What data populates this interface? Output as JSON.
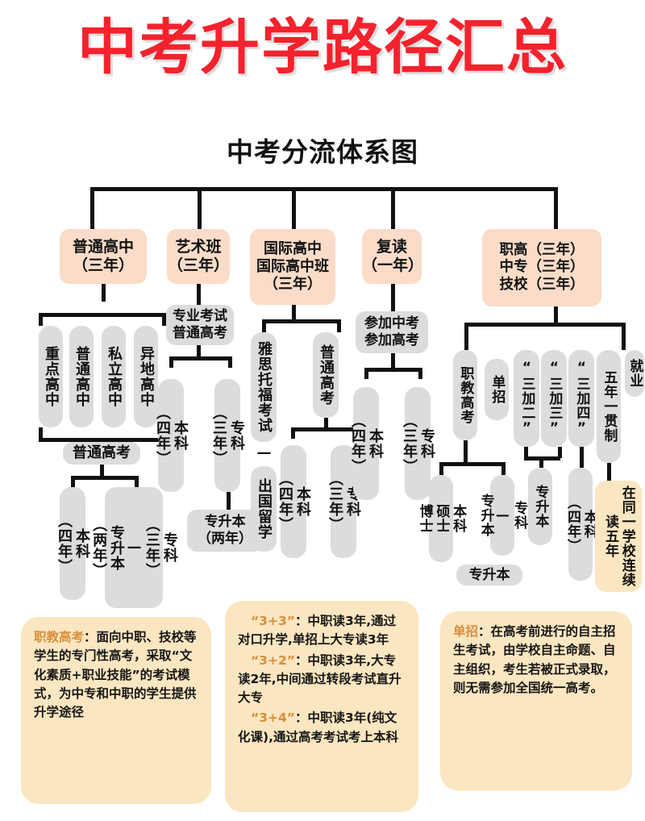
{
  "title": "中考升学路径汇总",
  "subtitle": "中考分流体系图",
  "colors": {
    "title_red": "#f5222d",
    "peach": "#fadcc8",
    "gray": "#dcdcdc",
    "cream": "#fae6c0",
    "keyword": "#d98d3c",
    "line": "#111111"
  },
  "tracks": {
    "regular_hs": {
      "root": "普通高中\n（三年）",
      "schools": [
        "重点高中",
        "普通高中",
        "私立高中",
        "异地高中"
      ],
      "exam": "普通高考",
      "outcomes": [
        "本科\n（四年）",
        "专科\n（三年）\n—\n专升本\n（两年）"
      ]
    },
    "art_class": {
      "root": "艺术班\n（三年）",
      "exam": "专业考试\n普通高考",
      "outcomes": [
        "本科\n（四年）",
        "专科\n（三年）"
      ],
      "upgrade": "专升本\n（两年）"
    },
    "international_hs": {
      "root": "国际高中\n国际高中班\n（三年）",
      "exam_abroad": "雅思托福考试",
      "abroad_dash": "—",
      "abroad_result": "出国留学",
      "exam_domestic": "普通高考",
      "outcomes": [
        "本科\n（四年）",
        "专科\n（三年）"
      ]
    },
    "repeat_year": {
      "root": "复读\n（一年）",
      "exam": "参加中考\n参加高考",
      "outcomes": [
        "本科\n（四年）",
        "专科\n（三年）"
      ]
    },
    "vocational": {
      "root": "职高（三年）\n中专（三年）\n技校（三年）",
      "paths": [
        "职教高考",
        "单招",
        "“三加二”",
        "“三加三”",
        "“三加四”",
        "五年一贯制",
        "就业"
      ],
      "zhijiao_outcomes": [
        "本科\n硕士\n博士",
        "专科\n—\n专升本"
      ],
      "zhuanshengben": "专升本",
      "zhuanshengben_lower": "专升本",
      "sanjiasi_outcome": "本科\n（四年）",
      "five_year_outcome": "在同一学校连续读五年"
    }
  },
  "notes": [
    {
      "id": "note-zhijiao-gaokao",
      "keyword": "职教高考",
      "text": "：面向中职、技校等学生的专门性高考，采取“文化素质+职业技能”的考试模式，为中专和中职的学生提供升学途径"
    },
    {
      "id": "note-3plus",
      "lines": [
        {
          "keyword": "“3+3”",
          "text": "：中职读3年,通过对口升学,单招上大专读3年"
        },
        {
          "keyword": "“3+2”",
          "text": "：中职读3年,大专读2年,中间通过转段考试直升大专"
        },
        {
          "keyword": "“3+4”",
          "text": "：中职读3年(纯文化课),通过高考考试考上本科"
        }
      ]
    },
    {
      "id": "note-danzhao",
      "keyword": "单招",
      "text": "：在高考前进行的自主招生考试，由学校自主命题、自主组织，考生若被正式录取，则无需参加全国统一高考。"
    }
  ]
}
